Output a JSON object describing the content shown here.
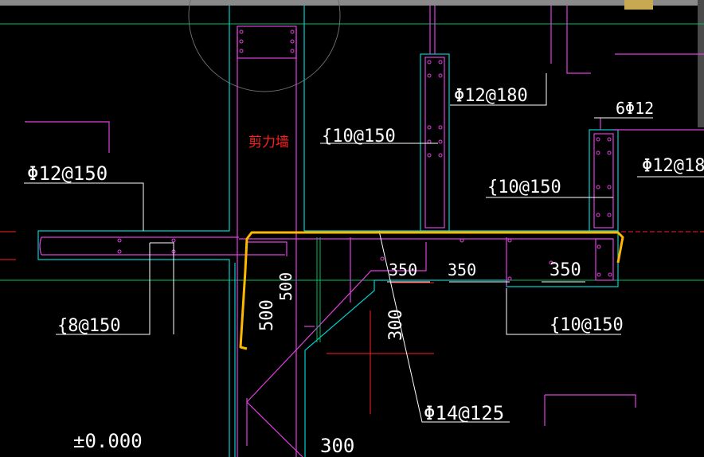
{
  "labels": {
    "phi12_150": "Φ12@150",
    "s8_150": "{8@150",
    "shear_wall": "剪力墙",
    "s10_150_a": "{10@150",
    "phi12_180": "Φ12@180",
    "six_phi12": "6Φ12",
    "phi12_18": "Φ12@18",
    "s10_150_b": "{10@150",
    "s10_150_c": "{10@150",
    "phi14_125": "Φ14@125",
    "elevation": "±0.000"
  },
  "dims": {
    "d350_a": "350",
    "d350_b": "350",
    "d350_c": "350",
    "d500_a": "500",
    "d500_b": "500",
    "d300_a": "300",
    "d300_b": "300"
  },
  "colors": {
    "background": "#000000",
    "wall_outline": "#00d0d0",
    "rebar": "#e040e0",
    "highlight": "#ffb800",
    "axis": "#ff2020",
    "grid": "#00c060",
    "annotation": "#ffffff"
  }
}
